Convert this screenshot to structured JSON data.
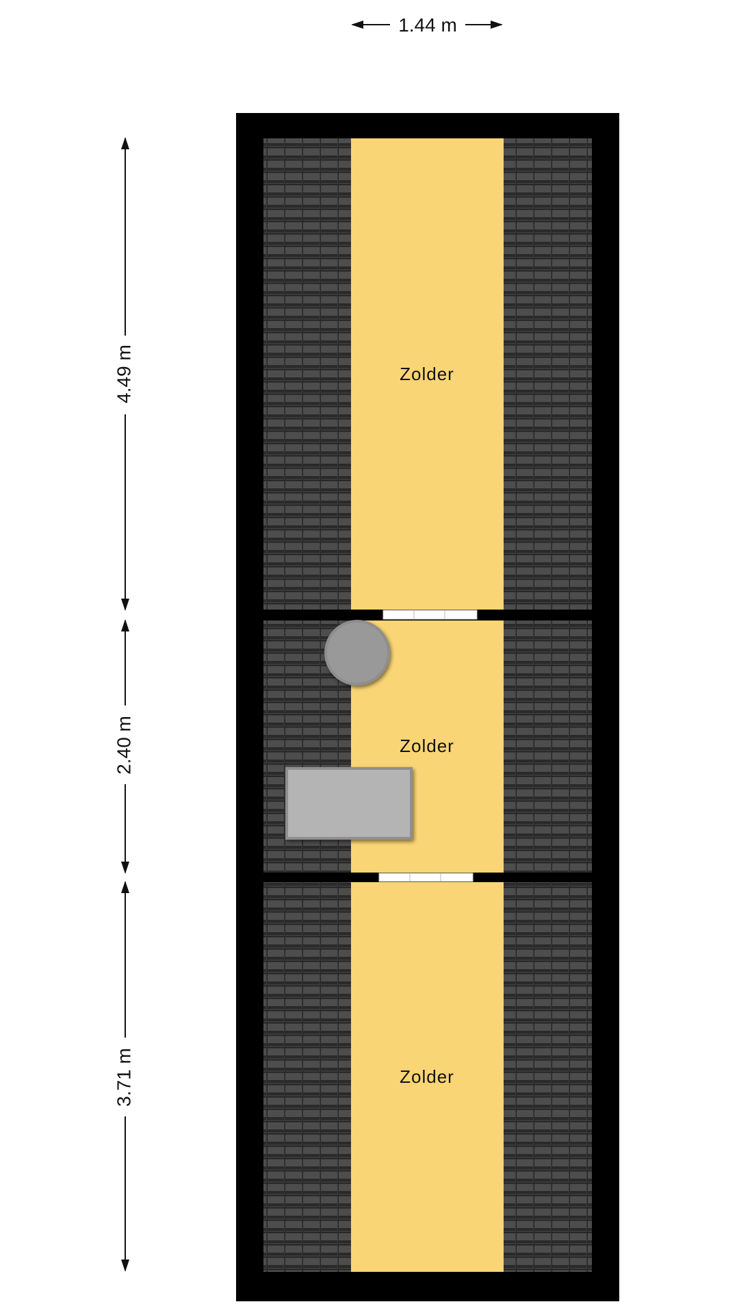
{
  "dimensions": {
    "width_top": "1.44 m",
    "left_upper": "4.49 m",
    "left_middle": "2.40 m",
    "left_lower": "3.71 m"
  },
  "rooms": [
    {
      "label": "Zolder"
    },
    {
      "label": "Zolder"
    },
    {
      "label": "Zolder"
    }
  ],
  "colors": {
    "room_fill": "#FAD576",
    "roof_tile": "#3d3d3d",
    "wall": "#000000",
    "fixture": "#9a9a9a"
  }
}
